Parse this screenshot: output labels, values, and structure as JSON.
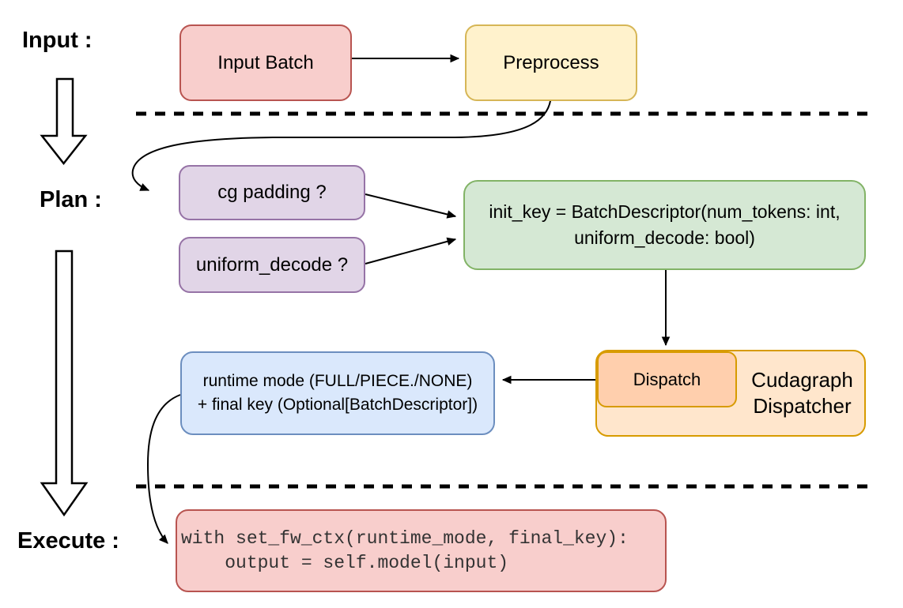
{
  "labels": {
    "input": "Input :",
    "plan": "Plan :",
    "execute": "Execute :"
  },
  "nodes": {
    "input_batch": {
      "label": "Input Batch"
    },
    "preprocess": {
      "label": "Preprocess"
    },
    "cg_padding": {
      "label": "cg padding ?"
    },
    "uniform_decode": {
      "label": "uniform_decode ?"
    },
    "init_key": {
      "line1": "init_key = BatchDescriptor(num_tokens: int,",
      "line2": "uniform_decode: bool)"
    },
    "dispatch": {
      "label": "Dispatch"
    },
    "cudagraph_dispatcher": {
      "line1": "Cudagraph",
      "line2": "Dispatcher"
    },
    "runtime_mode": {
      "line1": "runtime mode (FULL/PIECE./NONE)",
      "line2": "+ final key (Optional[BatchDescriptor])"
    },
    "execute_code": {
      "line1": "with set_fw_ctx(runtime_mode, final_key):",
      "line2": "    output = self.model(input)"
    }
  },
  "palette": {
    "red_fill": "#F8CECC",
    "red_stroke": "#B85450",
    "yellow_fill": "#FFF2CC",
    "yellow_stroke": "#D6B656",
    "purple_fill": "#E1D5E7",
    "purple_stroke": "#9673A6",
    "green_fill": "#D5E8D4",
    "green_stroke": "#82B366",
    "orange_light_fill": "#FFE6CC",
    "orange_fill": "#FFCFAD",
    "orange_stroke": "#D79B00",
    "blue_fill": "#DAE8FC",
    "blue_stroke": "#6C8EBF",
    "connector": "#000000",
    "code_text": "#333333"
  }
}
